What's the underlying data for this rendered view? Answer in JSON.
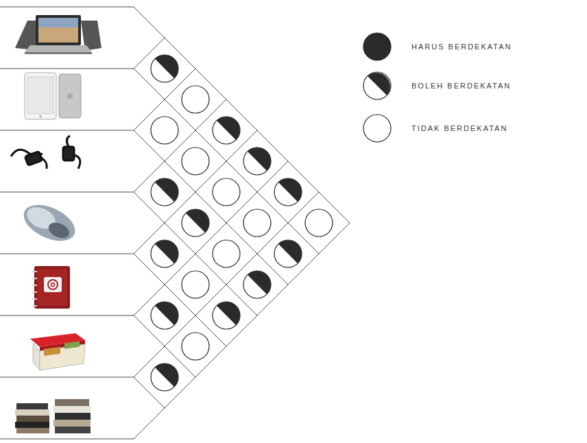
{
  "diagram": {
    "legend": [
      {
        "text": "HARUS BERDEKATAN"
      },
      {
        "text": "BOLEH BERDEKATAN"
      },
      {
        "text": "TIDAK BERDEKATAN"
      }
    ]
  }
}
